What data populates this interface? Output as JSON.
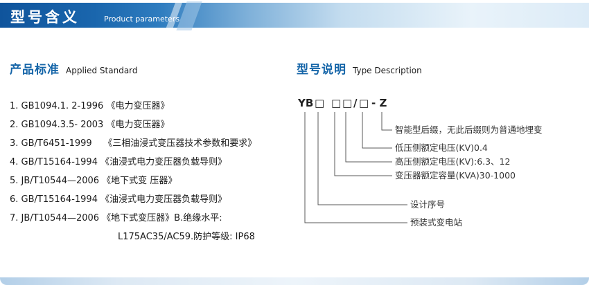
{
  "header": {
    "title": "型号含义",
    "subtitle": "Product parameters"
  },
  "left": {
    "title": "产品标准",
    "title_en": "Applied Standard",
    "items": [
      "1. GB1094.1. 2-1996 《电力变压器》",
      "2. GB1094.3.5- 2003 《电力变压器》",
      "3. GB/T6451-1999    《三相油浸式变压器技术参数和要求》",
      "4. GB/T15164-1994 《油浸式电力变压器负载导则》",
      "5. JB/T10544—2006 《地下式变 压器》",
      "6. GB/T15164-1994 《油浸式电力变压器负载导则》",
      "7. JB/T10544—2006 《地下式变压器》B.绝缘水平:",
      "L175AC35/AC59.防护等级: IP68"
    ]
  },
  "right": {
    "title": "型号说明",
    "title_en": "Type Description",
    "code": {
      "yb": "YB",
      "box1": "□",
      "box2": "□",
      "box3": "□",
      "slash": "/",
      "box4": "□",
      "suffix": "- Z"
    },
    "labels": [
      "智能型后缀，无此后缀则为普通地埋变",
      "低压侧额定电压(KV)0.4",
      "高压侧额定电压(KV):6.3、12",
      "变压器额定容量(KVA)30-1000",
      "设计序号",
      "预装式变电站"
    ]
  },
  "colors": {
    "accent_blue": "#1565a8",
    "banner_deep": "#0f549c",
    "banner_light": "#dcebf7",
    "footer_blue": "#b3cfe8"
  }
}
